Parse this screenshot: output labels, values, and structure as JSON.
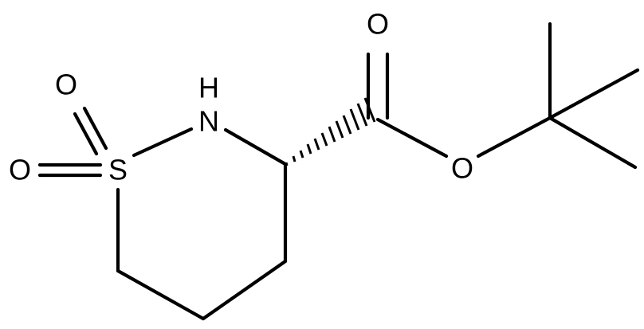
{
  "atoms": {
    "S": "S",
    "N": "N",
    "H": "H",
    "O_sulfonyl_top": "O",
    "O_sulfonyl_left": "O",
    "O_carbonyl": "O",
    "O_ester": "O"
  },
  "colors": {
    "line": "#000000",
    "background": "#ffffff"
  }
}
